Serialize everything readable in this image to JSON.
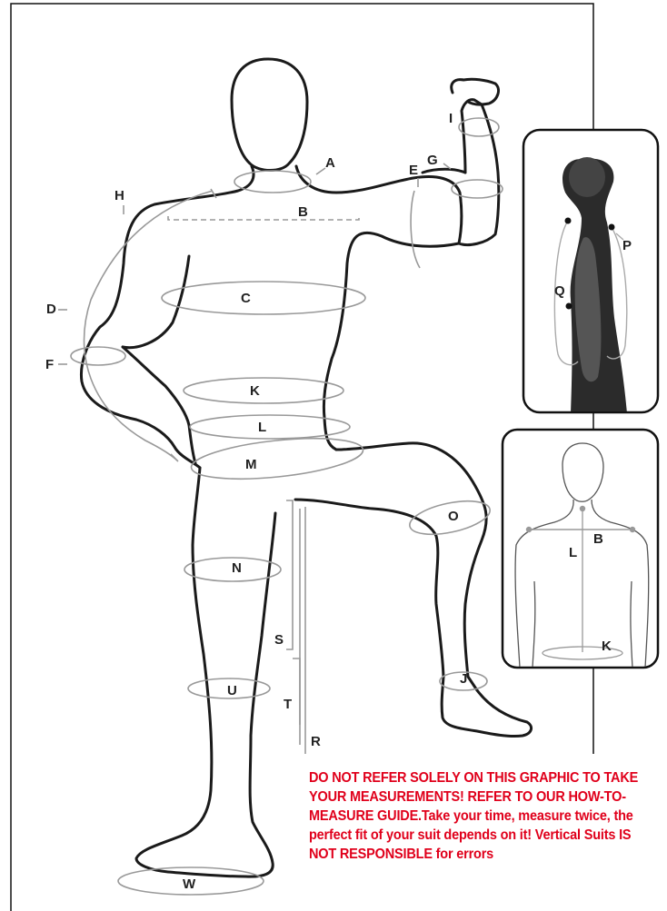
{
  "labels": {
    "A": "A",
    "B": "B",
    "C": "C",
    "D": "D",
    "E": "E",
    "F": "F",
    "G": "G",
    "H": "H",
    "I": "I",
    "J": "J",
    "K": "K",
    "L": "L",
    "M": "M",
    "N": "N",
    "O": "O",
    "P": "P",
    "Q": "Q",
    "R": "R",
    "S": "S",
    "T": "T",
    "U": "U",
    "W": "W"
  },
  "inset_back_labels": {
    "B": "B",
    "L": "L",
    "K": "K"
  },
  "inset_side_labels": {
    "P": "P",
    "Q": "Q"
  },
  "warning_text": "DO NOT REFER SOLELY ON THIS GRAPHIC TO TAKE YOUR MEASUREMENTS! REFER TO OUR HOW-TO-MEASURE GUIDE.Take your time, measure twice, the perfect fit of your suit depends on it! Vertical Suits IS NOT RESPONSIBLE for errors",
  "colors": {
    "outline": "#1a1a1a",
    "measure": "#999999",
    "warning": "#e0001b",
    "inset_dark": "#2b2b2b"
  }
}
